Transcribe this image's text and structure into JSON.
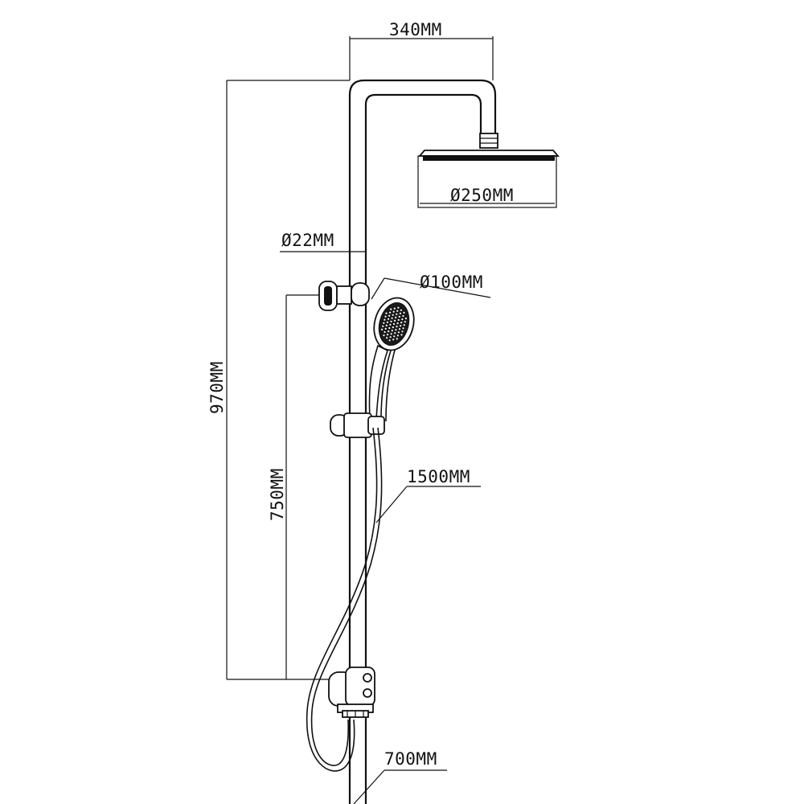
{
  "dimensions": {
    "top_width": "340MM",
    "rain_head_diameter": "Ø250MM",
    "pipe_diameter": "Ø22MM",
    "hand_shower_diameter": "Ø100MM",
    "total_height": "970MM",
    "slide_height": "750MM",
    "hose_length": "1500MM",
    "bottom_pipe": "700MM"
  },
  "colors": {
    "line": "#111111",
    "background": "#ffffff"
  }
}
